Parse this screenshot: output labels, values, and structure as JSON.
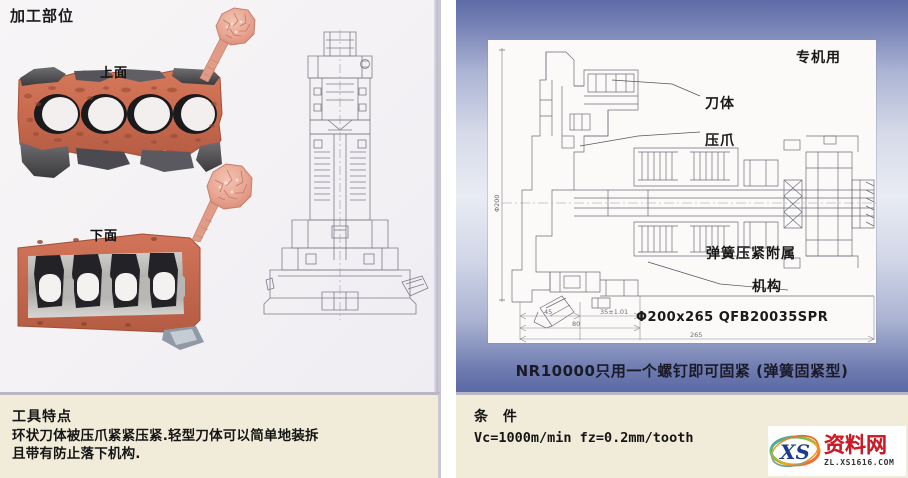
{
  "left": {
    "title": "加工部位",
    "surface_labels": {
      "top": "上面",
      "bottom": "下面"
    },
    "features": {
      "heading": "工具特点",
      "line1": "环状刀体被压爪紧紧压紧.轻型刀体可以简单地装拆",
      "line2": "且带有防止落下机构."
    }
  },
  "right": {
    "drawing_labels": {
      "cutter_body": "刀体",
      "clamp_claw": "压爪",
      "special_machine": "专机用",
      "spring_mech_line1": "弹簧压紧附属",
      "spring_mech_line2": "机构",
      "spec": "Φ200x265   QFB20035SPR"
    },
    "dimensions": {
      "vertical": "Φ200",
      "d1": "45",
      "d2": "35±1.01",
      "d3": "80",
      "d4": "265"
    },
    "caption": "NR10000只用一个螺钉即可固紧 (弹簧固紧型)",
    "conditions": {
      "heading": "条 件",
      "line1": "Vc=1000m/min   fz=0.2mm/tooth"
    }
  },
  "watermark": {
    "logo_text": "XS",
    "brand": "资料网",
    "url": "ZL.XS1616.COM"
  },
  "colors": {
    "panel_cream": "#f1ecd9",
    "right_blue": "#6f7cb0",
    "engine_red": "#c96a4f",
    "cutter_pink": "#e9a693"
  }
}
